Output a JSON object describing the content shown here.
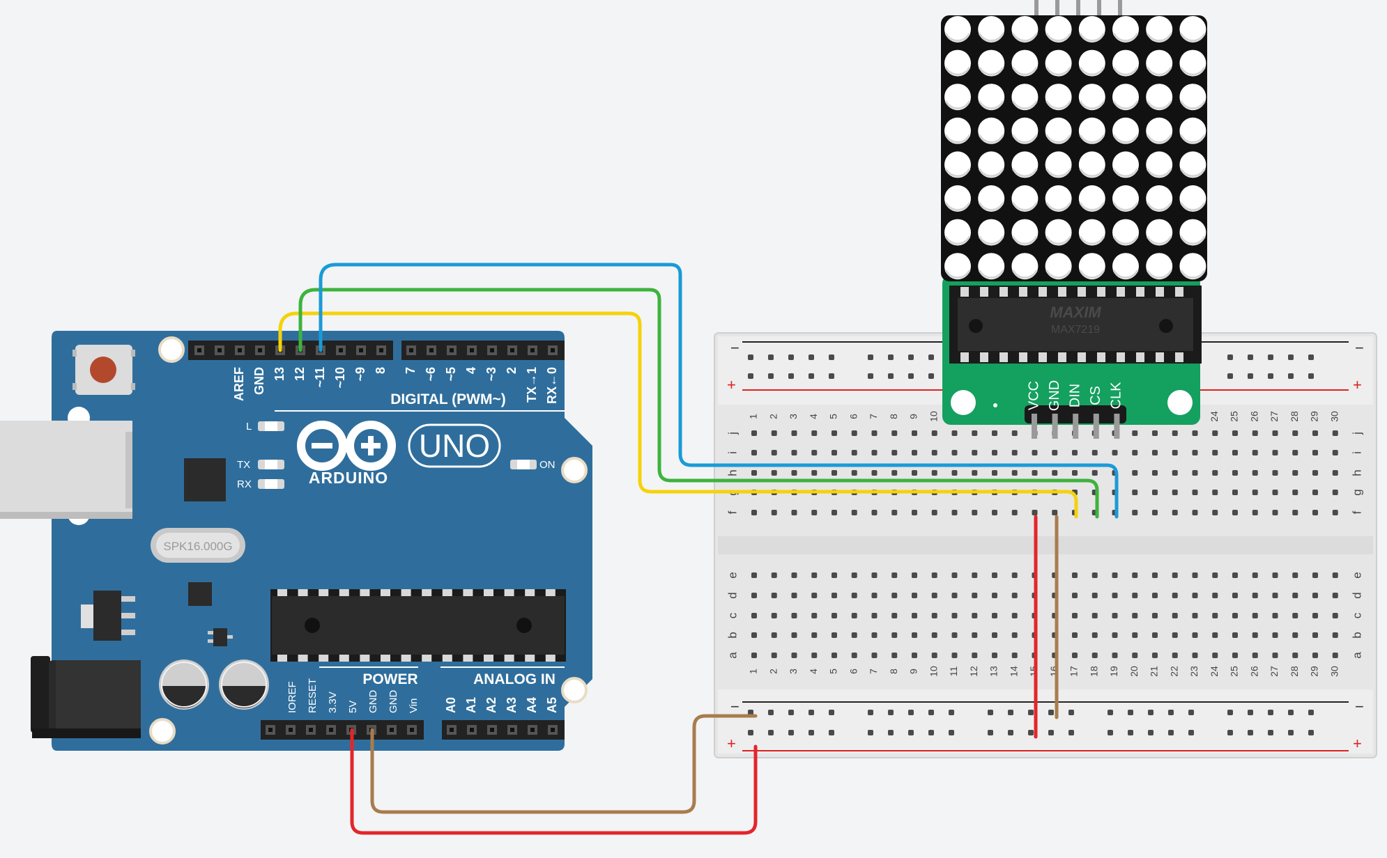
{
  "arduino": {
    "brand": "ARDUINO",
    "model": "UNO",
    "on_label": "ON",
    "l_label": "L",
    "tx_label": "TX",
    "rx_label": "RX",
    "crystal_label": "SPK16.000G",
    "digital_header": "DIGITAL (PWM~)",
    "power_header": "POWER",
    "analog_header": "ANALOG IN",
    "top_pins": [
      "AREF",
      "GND",
      "13",
      "12",
      "~11",
      "~10",
      "~9",
      "8",
      "7",
      "~6",
      "~5",
      "4",
      "~3",
      "2",
      "TX→1",
      "RX←0"
    ],
    "power_pins": [
      "IOREF",
      "RESET",
      "3.3V",
      "5V",
      "GND",
      "GND",
      "Vin"
    ],
    "analog_pins": [
      "A0",
      "A1",
      "A2",
      "A3",
      "A4",
      "A5"
    ]
  },
  "module": {
    "chip_brand": "MAXIM",
    "chip_name": "MAX7219",
    "pins": [
      "VCC",
      "GND",
      "DIN",
      "CS",
      "CLK"
    ],
    "rows": 8,
    "cols": 8
  },
  "breadboard": {
    "columns": 30,
    "rows_top": [
      "j",
      "i",
      "h",
      "g",
      "f"
    ],
    "rows_bottom": [
      "e",
      "d",
      "c",
      "b",
      "a"
    ],
    "rail_minus": "−",
    "rail_plus": "+"
  },
  "wires": [
    {
      "name": "pin13-to-CS",
      "color": "#f5d20a"
    },
    {
      "name": "pin12-to-DIN",
      "color": "#3db33d"
    },
    {
      "name": "pin11-to-CLK",
      "color": "#1a9bd7"
    },
    {
      "name": "5V-to-plus-rail",
      "color": "#e3262a"
    },
    {
      "name": "GND-to-minus-rail",
      "color": "#a87c4f"
    },
    {
      "name": "VCC-module-power",
      "color": "#e3262a"
    },
    {
      "name": "GND-module-ground",
      "color": "#a87c4f"
    }
  ]
}
